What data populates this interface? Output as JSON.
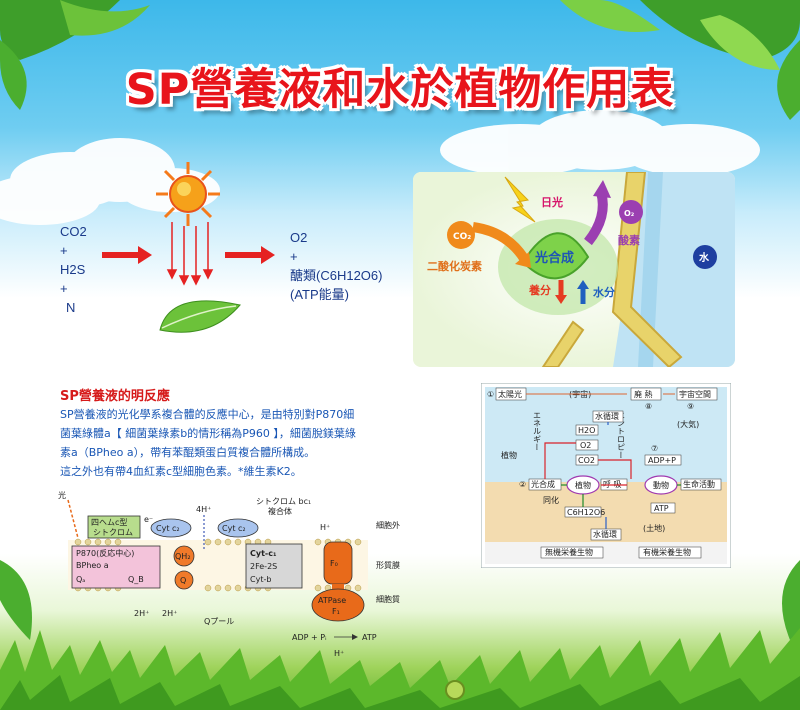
{
  "title": "SP營養液和水於植物作用表",
  "reaction": {
    "reactants": [
      "CO2",
      "+",
      "H2S",
      "+",
      "N"
    ],
    "products": [
      "O2",
      "+",
      "醣類(C6H12O6)",
      "(ATP能量)"
    ]
  },
  "photosynthesis_figure": {
    "sunlight": "日光",
    "co2_badge": "CO₂",
    "co2_label": "二酸化炭素",
    "center": "光合成",
    "o2_badge": "O₂",
    "o2_label": "酸素",
    "water_badge": "水",
    "nutrients": "養分",
    "water_flow": "水分"
  },
  "section": {
    "heading": "SP營養液的明反應",
    "body": [
      "SP營養液的光化學系複合體的反應中心，是由特別對P870細",
      "菌葉綠體a【 細菌葉綠素b的情形稱為P960 】，細菌脫鎂葉綠",
      "素a（BPheo a），帶有苯醌類蛋白質複合體所構成。",
      "這之外也有帶4血紅素c型細胞色素。*維生素K2。"
    ]
  },
  "membrane_diagram": {
    "light": "光",
    "heme": "四ヘムc型",
    "cytochrome": "シトクロム",
    "e": "e⁻",
    "h4": "4H⁺",
    "cytc2_a": "Cyt c₂",
    "cytc2_b": "Cyt c₂",
    "bc1_line1": "シトクロム bc₁",
    "bc1_line2": "複合体",
    "hplus": "H⁺",
    "outside": "細胞外",
    "reaction_center": "P870(反応中心)",
    "bpheo": "BPheo a",
    "qa": "Qₐ",
    "qb": "Q_B",
    "qh2": "QH₂",
    "q": "Q",
    "cyt_c1": "Cyt-c₁",
    "fe2s": "2Fe-2S",
    "cyt_b": "Cyt-b",
    "f0": "F₀",
    "atpase": "ATPase",
    "f1": "F₁",
    "membrane": "形質膜",
    "inside": "細胞質",
    "h2_left": "2H⁺",
    "h2_right": "2H⁺",
    "q_pool": "Qプール",
    "adp": "ADP + Pᵢ",
    "atp": "ATP",
    "hplus_bottom": "H⁺"
  },
  "cycle_diagram": {
    "sunlight": "太陽光",
    "space": "(宇宙)",
    "waste_heat": "廃 熱",
    "outer_space": "宇宙空間",
    "energy": "エネルギー",
    "entropy": "エントロピー",
    "n1": "①",
    "n8": "⑧",
    "n9": "⑨",
    "water_cycle": "水循環",
    "atmosphere": "(大気)",
    "h2o": "H2O",
    "o2": "O2",
    "co2": "CO2",
    "plant": "植物",
    "n7": "⑦",
    "adp": "ADP+P",
    "n2": "②",
    "photosynthesis": "光合成",
    "plant_small": "植物",
    "respiration": "呼 吸",
    "animal": "動物",
    "life": "生命活動",
    "assimilation": "同化",
    "c6": "C6H12O6",
    "atp": "ATP",
    "land": "(土地)",
    "water_cycle2": "水循環",
    "mineral1": "無機栄養生物",
    "mineral2": "有機栄養生物"
  },
  "colors": {
    "title": "#e8141b",
    "reaction_text": "#1a3a8a",
    "section_heading": "#d61a1a",
    "section_body": "#1a57b5",
    "arrow_red": "#e52222"
  }
}
